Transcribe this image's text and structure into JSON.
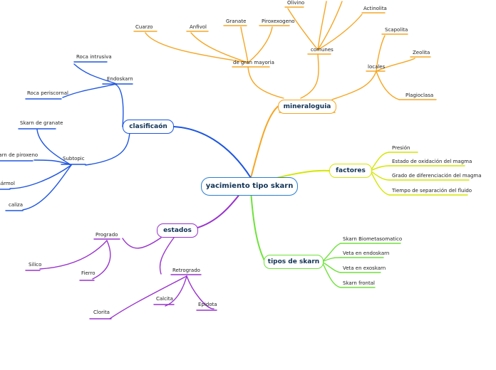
{
  "central": "yacimiento tipo skarn",
  "colors": {
    "mineraloguia": "#f5a623",
    "factores": "#d4e600",
    "tipos_de_skarn": "#6ee23a",
    "estados": "#9933cc",
    "clasificacion": "#1e56e0",
    "central_border": "#2a7fd0"
  },
  "branches": {
    "mineraloguia": {
      "label": "mineraloguia",
      "groups": {
        "mayoria": {
          "label": "de gran mayoria",
          "items": [
            "Cuarzo",
            "Anfivol",
            "Granate",
            "Piroxexogeno"
          ]
        },
        "comunes": {
          "label": "comunes",
          "items": [
            "Olivino",
            "Actinolita"
          ]
        },
        "locales": {
          "label": "locales",
          "items": [
            "Scapolita",
            "Zeolita",
            "Plagioclasa"
          ]
        }
      }
    },
    "factores": {
      "label": "factores",
      "items": [
        "Presión",
        "Estado de oxidación del magma",
        "Grado de diferenciación del magma",
        "Tiempo de separación del fluido"
      ]
    },
    "tipos": {
      "label": "tipos de skarn",
      "items": [
        "Skarn Biometasomatico",
        "Veta en endoskarn",
        "Veta en exoskarn",
        "Skarn frontal"
      ]
    },
    "estados": {
      "label": "estados",
      "prograde": {
        "label": "Progrado",
        "items": [
          "Silico",
          "Fierro"
        ]
      },
      "retrograde": {
        "label": "Retrogrado",
        "items": [
          "Clorita",
          "Calcita",
          "Epidota"
        ]
      }
    },
    "clasificacion": {
      "label": "clasificaón",
      "endoskarn": {
        "label": "Endoskarn",
        "items": [
          "Roca intrusiva",
          "Roca periscornal"
        ]
      },
      "subtopic": {
        "label": "Subtopic",
        "items": [
          "Skarn de granate",
          "Skarn de piroxeno",
          "mármol",
          "caliza"
        ]
      }
    }
  }
}
